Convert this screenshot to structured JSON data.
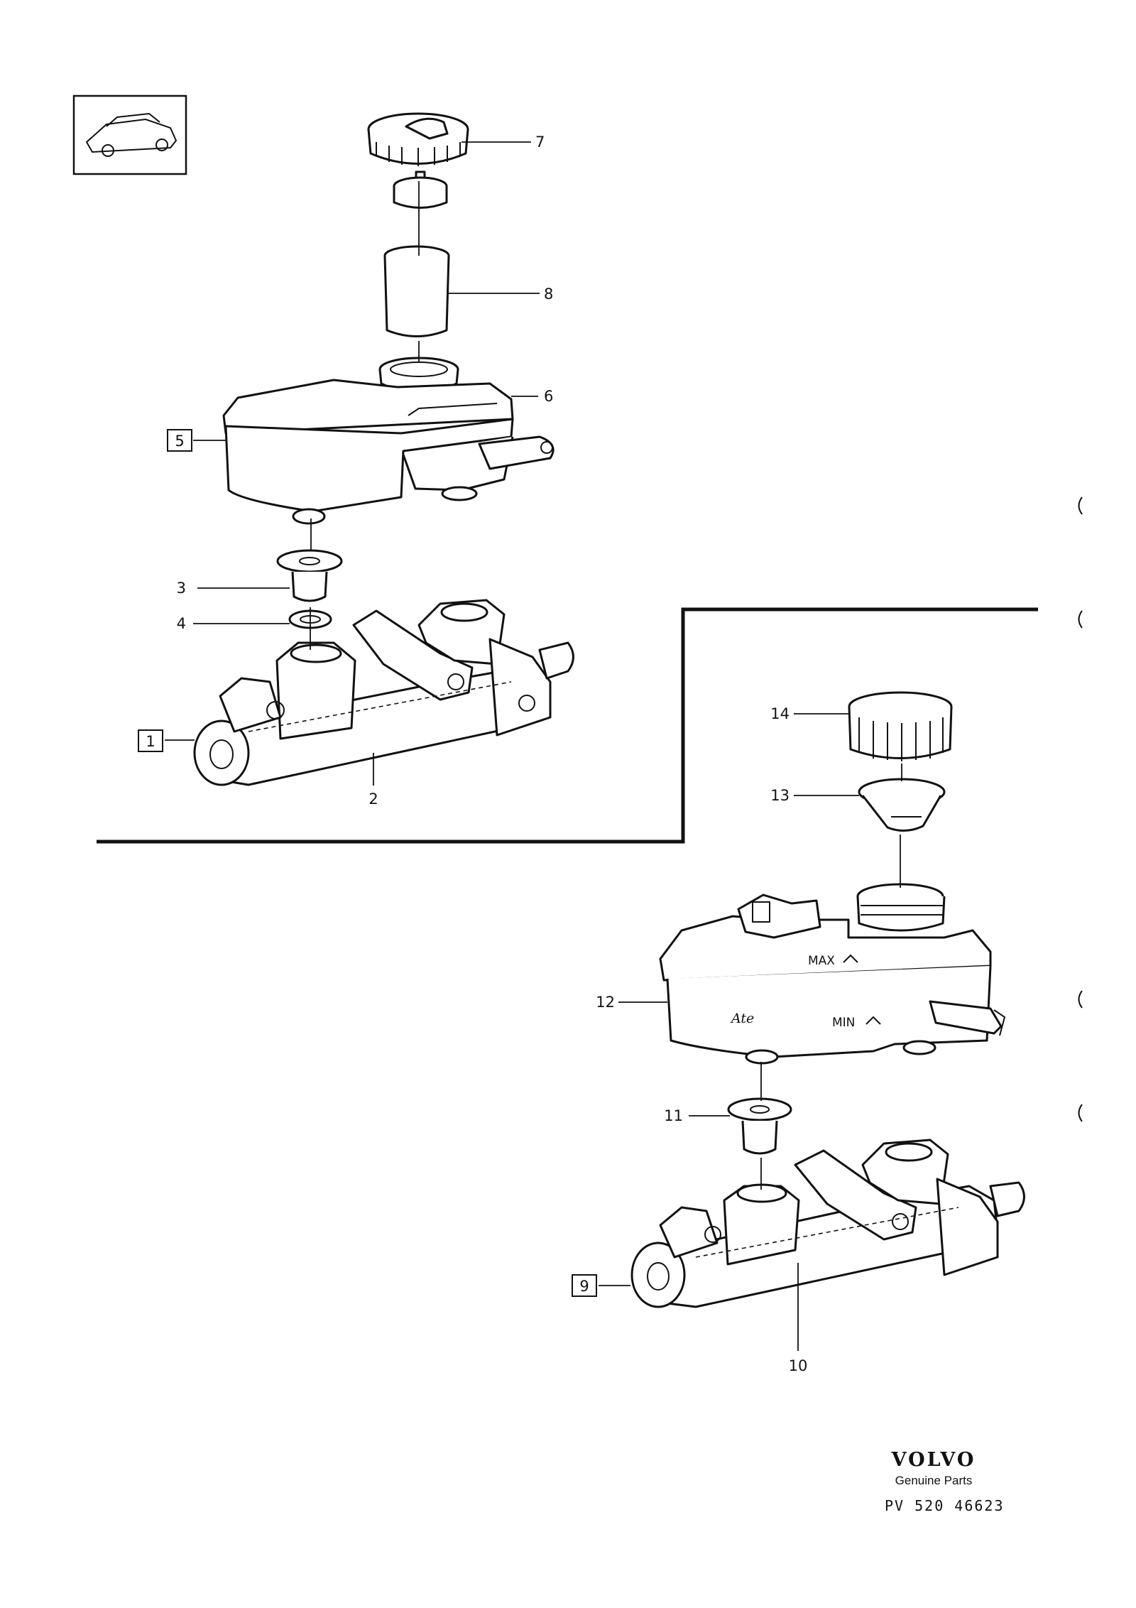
{
  "diagram": {
    "callouts": [
      {
        "id": "p1",
        "label": "1",
        "boxed": true
      },
      {
        "id": "p2",
        "label": "2",
        "boxed": false
      },
      {
        "id": "p3",
        "label": "3",
        "boxed": false
      },
      {
        "id": "p4",
        "label": "4",
        "boxed": false
      },
      {
        "id": "p5",
        "label": "5",
        "boxed": true
      },
      {
        "id": "p6",
        "label": "6",
        "boxed": false
      },
      {
        "id": "p7",
        "label": "7",
        "boxed": false
      },
      {
        "id": "p8",
        "label": "8",
        "boxed": false
      },
      {
        "id": "p9",
        "label": "9",
        "boxed": true
      },
      {
        "id": "p10",
        "label": "10",
        "boxed": false
      },
      {
        "id": "p11",
        "label": "11",
        "boxed": false
      },
      {
        "id": "p12",
        "label": "12",
        "boxed": false
      },
      {
        "id": "p13",
        "label": "13",
        "boxed": false
      },
      {
        "id": "p14",
        "label": "14",
        "boxed": false
      }
    ],
    "reservoir_marks": {
      "max": "MAX",
      "min": "MIN",
      "logo": "Ate"
    }
  },
  "footer": {
    "brand": "VOLVO",
    "tagline": "Genuine Parts",
    "ref_code": "PV 520 46623"
  }
}
